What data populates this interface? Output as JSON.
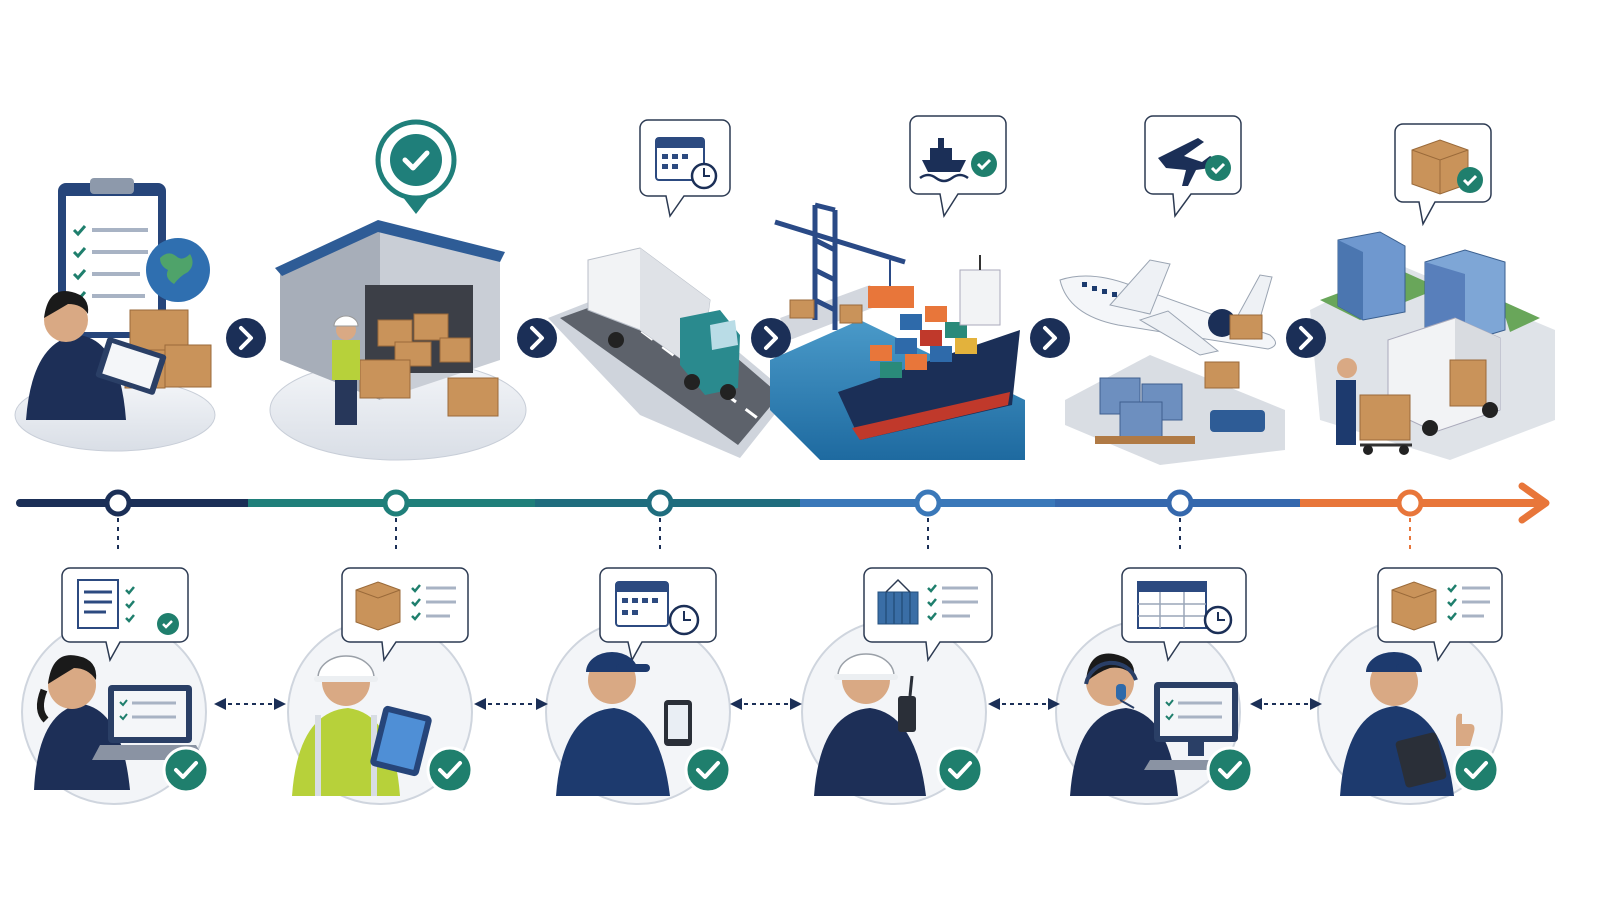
{
  "colors": {
    "navy": "#1b2f57",
    "teal": "#1f7f7a",
    "petrol": "#1f6d7e",
    "blue": "#3a78b9",
    "orange": "#e8763a",
    "check": "#1f7f6d",
    "box": "#c9935a",
    "node": "#ffffff"
  },
  "process_stages": [
    {
      "id": "order-planning",
      "top_icon": "clipboard-globe-icon",
      "person_icon": "office-worker-laptop-icon",
      "callout_icon": "document-checklist-icon"
    },
    {
      "id": "warehouse",
      "top_icon": "map-pin-check-icon",
      "person_icon": "warehouse-worker-tablet-icon",
      "callout_icon": "package-checklist-icon"
    },
    {
      "id": "truck-transport",
      "top_icon": "calendar-clock-icon",
      "person_icon": "driver-phone-icon",
      "callout_icon": "calendar-clock-icon"
    },
    {
      "id": "sea-freight",
      "top_icon": "ship-check-icon",
      "person_icon": "port-worker-radio-icon",
      "callout_icon": "container-checklist-icon"
    },
    {
      "id": "air-freight",
      "top_icon": "airplane-check-icon",
      "person_icon": "operator-headset-icon",
      "callout_icon": "schedule-table-clock-icon"
    },
    {
      "id": "final-delivery",
      "top_icon": "package-check-icon",
      "person_icon": "courier-thumbs-up-icon",
      "callout_icon": "package-checklist-icon"
    }
  ]
}
